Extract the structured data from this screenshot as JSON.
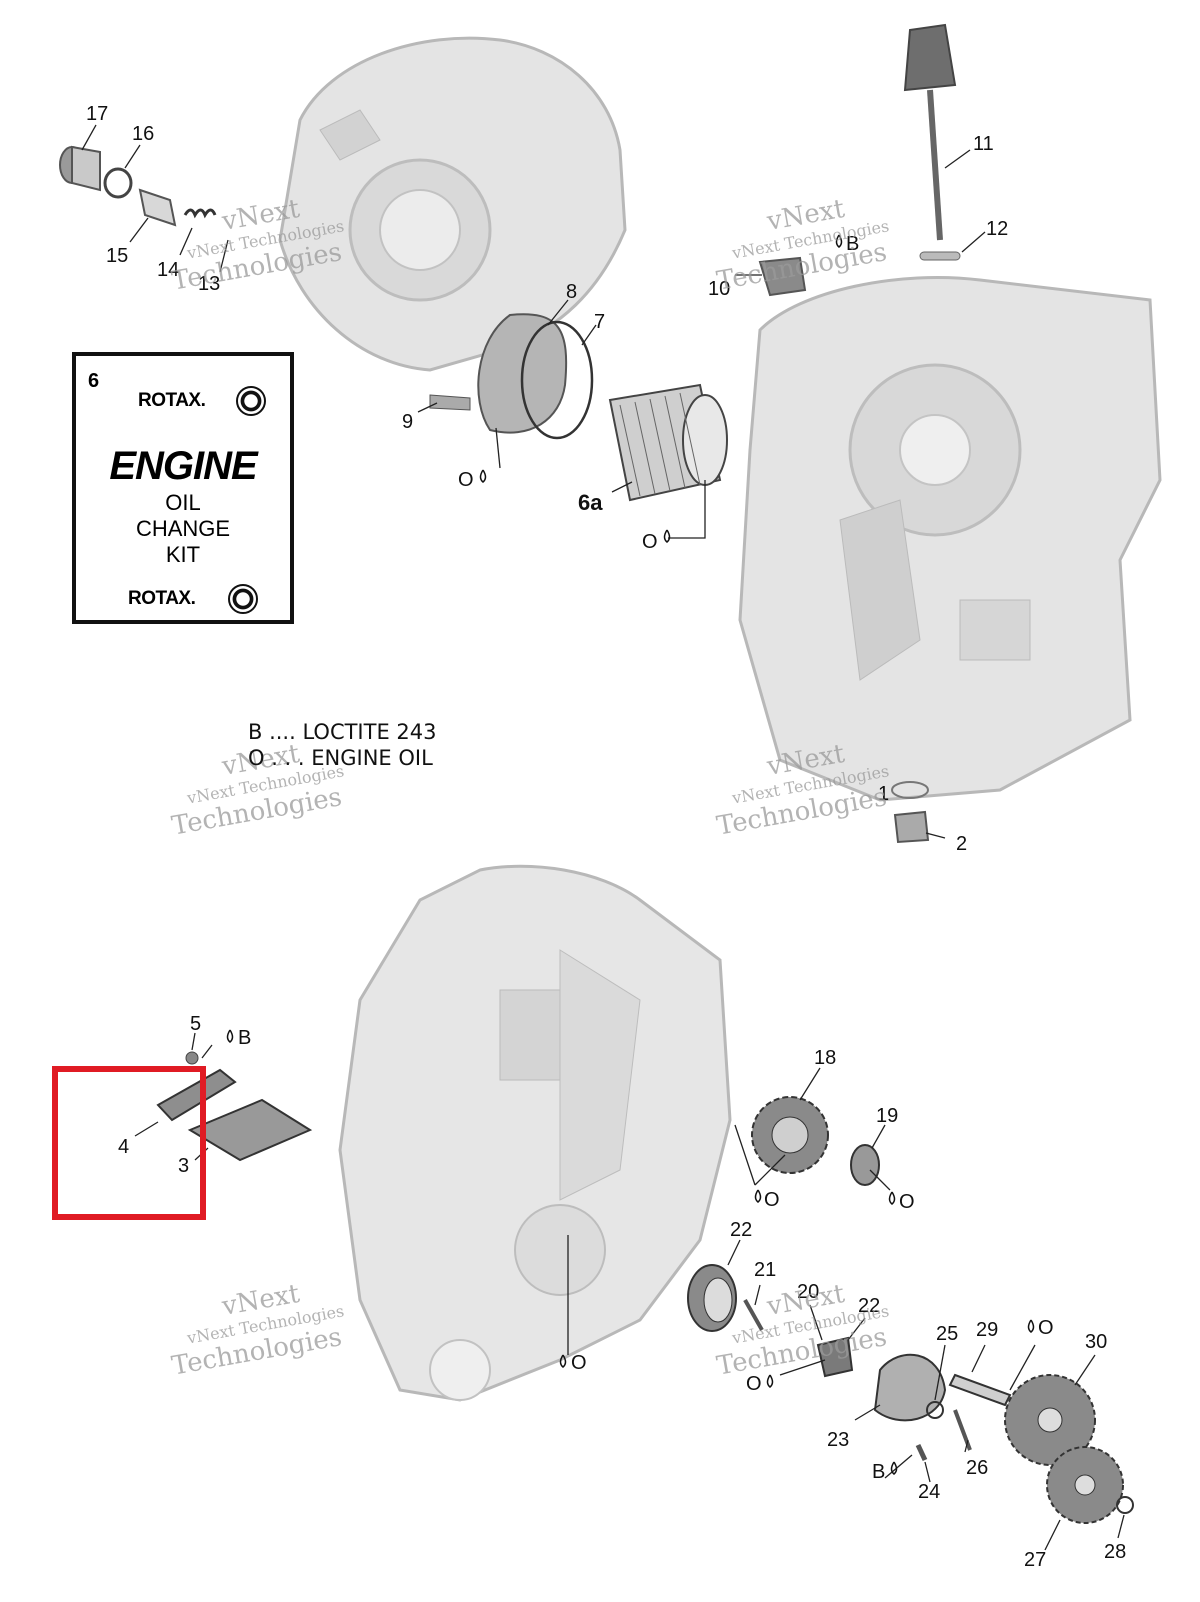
{
  "kit": {
    "number": "6",
    "brand_top": "ROTAX.",
    "title": "ENGINE",
    "line1": "OIL",
    "line2": "CHANGE",
    "line3": "KIT",
    "brand_bottom": "ROTAX."
  },
  "legend": {
    "b": "B .... LOCTITE 243",
    "o": "O . . . ENGINE OIL"
  },
  "watermark": {
    "line1": "vNext",
    "line2": "vNext Technologies",
    "line3": "Technologies"
  },
  "callouts": [
    "17",
    "16",
    "15",
    "14",
    "13",
    "11",
    "12",
    "10",
    "8",
    "7",
    "9",
    "6a",
    "2",
    "1",
    "5",
    "4",
    "3",
    "18",
    "19",
    "22",
    "21",
    "20",
    "22",
    "25",
    "29",
    "30",
    "23",
    "26",
    "24",
    "27",
    "28"
  ],
  "markers": {
    "oil": "O",
    "loctite": "B"
  },
  "colors": {
    "part_fill": "#e2e2e2",
    "part_stroke": "#b0b0b0",
    "dark_part": "#6e6e6e",
    "highlight": "#e01b24"
  },
  "icons": [
    "drop-icon",
    "brp-logo-icon"
  ]
}
